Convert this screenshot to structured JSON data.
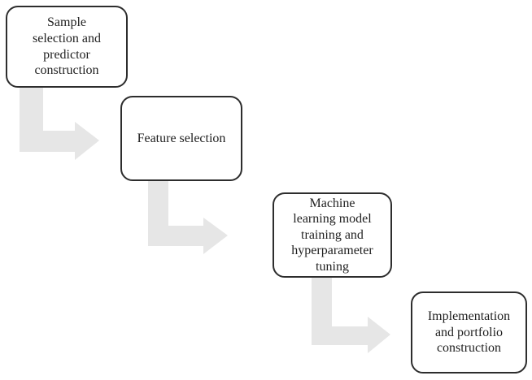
{
  "diagram": {
    "type": "flowchart",
    "background_color": "#ffffff",
    "box_border_color": "#2d2d2d",
    "text_color": "#1f1f1f",
    "arrow_color": "#e6e6e6",
    "steps": [
      {
        "order": 1,
        "label": "Sample\nselection and\npredictor\nconstruction"
      },
      {
        "order": 2,
        "label": "Feature selection"
      },
      {
        "order": 3,
        "label": "Machine\nlearning model\ntraining and\nhyperparameter\ntuning"
      },
      {
        "order": 4,
        "label": "Implementation\nand portfolio\nconstruction"
      }
    ]
  }
}
